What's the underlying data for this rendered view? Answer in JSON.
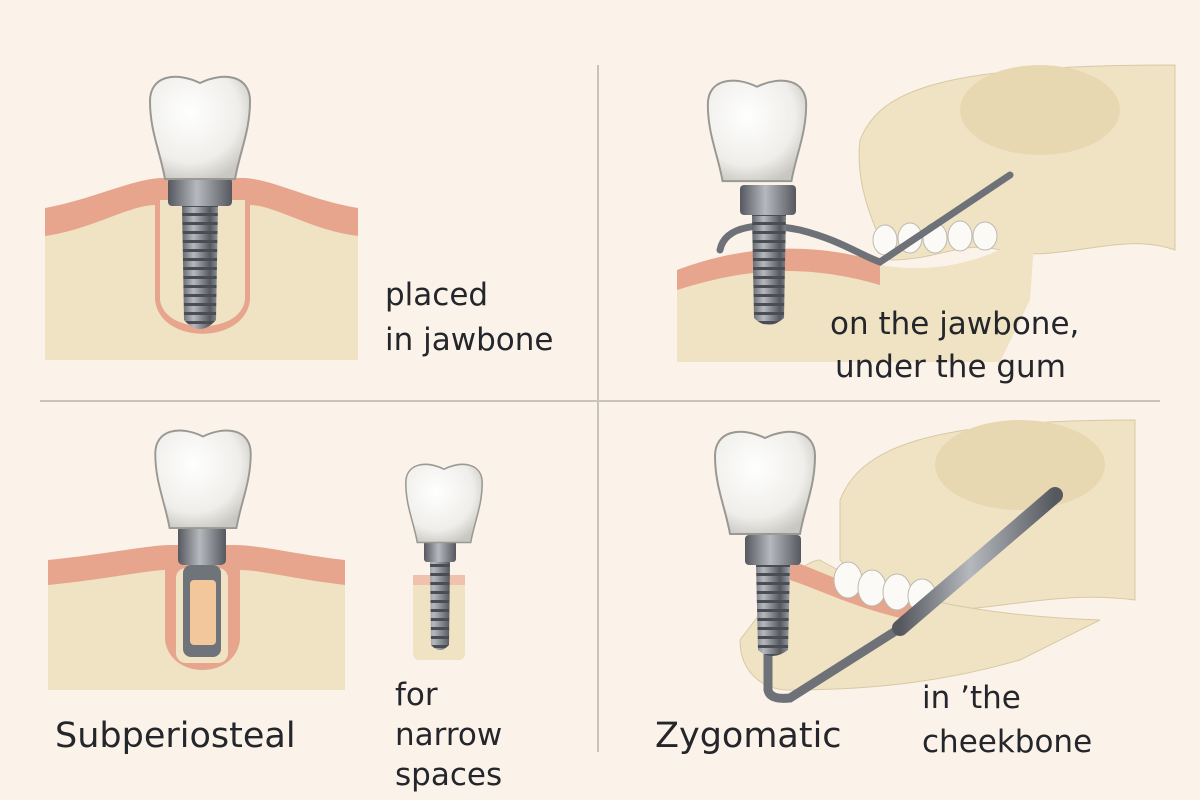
{
  "panels": [
    {
      "id": "endosteal",
      "caption_lines": [
        "placed",
        "in jawbone"
      ]
    },
    {
      "id": "subperiosteal-top",
      "caption_lines": [
        "on the jawbone,",
        "under the gum"
      ]
    },
    {
      "id": "subperiosteal",
      "title": "Subperiosteal",
      "side_caption_lines": [
        "for",
        "narrow",
        "spaces"
      ]
    },
    {
      "id": "zygomatic",
      "title": "Zygomatic",
      "caption_lines": [
        "in ’the",
        "cheekbone"
      ]
    }
  ],
  "colors": {
    "background": "#fbf3e9",
    "bone": "#efe3c4",
    "gum": "#e7a58e",
    "metal": "#7b7f86",
    "crown": "#f7f6f2",
    "divider": "#c9c3ba",
    "text": "#24262b"
  }
}
